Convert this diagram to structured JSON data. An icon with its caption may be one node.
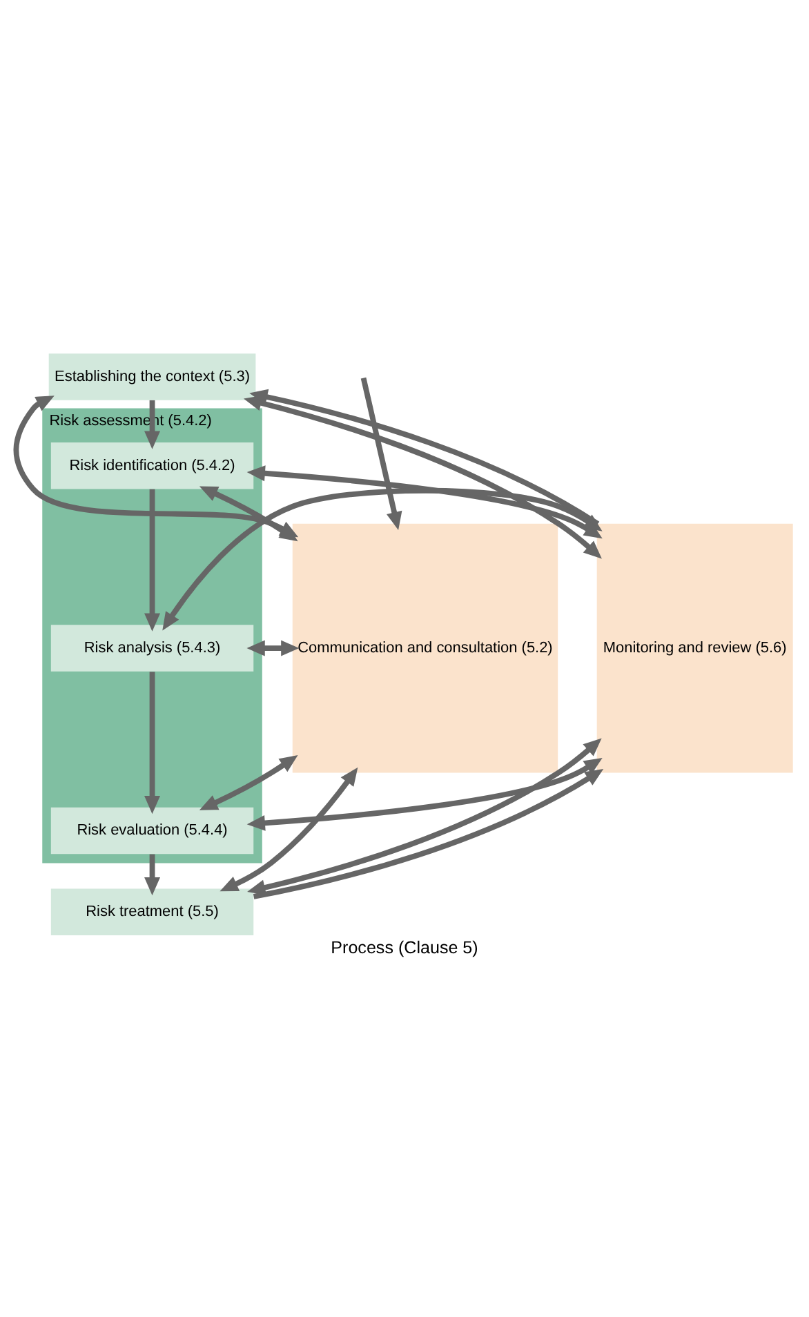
{
  "diagram": {
    "caption": "Process (Clause 5)",
    "nodes": [
      {
        "text": [
          "Communication and consultation (5.2)"
        ]
      },
      {
        "text": [
          "Establishing the context (5.3)"
        ]
      },
      {
        "text": [
          "Risk assessment (5.4.2)"
        ]
      },
      {
        "text": [
          "Risk identification (5.4.2)"
        ],
        "in": 2
      },
      {
        "text": [
          "Risk analysis (5.4.3)"
        ],
        "in": 2
      },
      {
        "text": [
          "Risk evaluation (5.4.4)"
        ],
        "in": 2
      },
      {
        "text": [
          "Risk treatment (5.5)"
        ]
      },
      {
        "text": [
          "Monitoring and review (5.6)"
        ]
      }
    ],
    "edges": [
      {
        "from": null,
        "to": 0,
        "arrow": "to"
      },
      {
        "from": 0,
        "to": 1,
        "arrow": "both"
      },
      {
        "from": 1,
        "to": 7,
        "arrow": "both"
      },
      {
        "from": 1,
        "to": 3,
        "arrow": "to"
      },
      {
        "from": 0,
        "to": 3,
        "arrow": "both"
      },
      {
        "from": 3,
        "to": 7,
        "arrow": "both"
      },
      {
        "from": 3,
        "to": 4,
        "arrow": "to"
      },
      {
        "from": 0,
        "to": 4,
        "arrow": "both"
      },
      {
        "from": 4,
        "to": 7,
        "arrow": "both"
      },
      {
        "from": 4,
        "to": 5,
        "arrow": "to"
      },
      {
        "from": 0,
        "to": 5,
        "arrow": "both"
      },
      {
        "from": 5,
        "to": 7,
        "arrow": "both"
      },
      {
        "from": 5,
        "to": 6,
        "arrow": "to"
      },
      {
        "from": 0,
        "to": 6,
        "arrow": "both"
      },
      {
        "from": 6,
        "to": 7,
        "arrow": "both"
      },
      {
        "from": 6,
        "to": 7,
        "arrow": "to"
      },
      {
        "from": 7,
        "to": 1,
        "arrow": "to"
      }
    ]
  }
}
